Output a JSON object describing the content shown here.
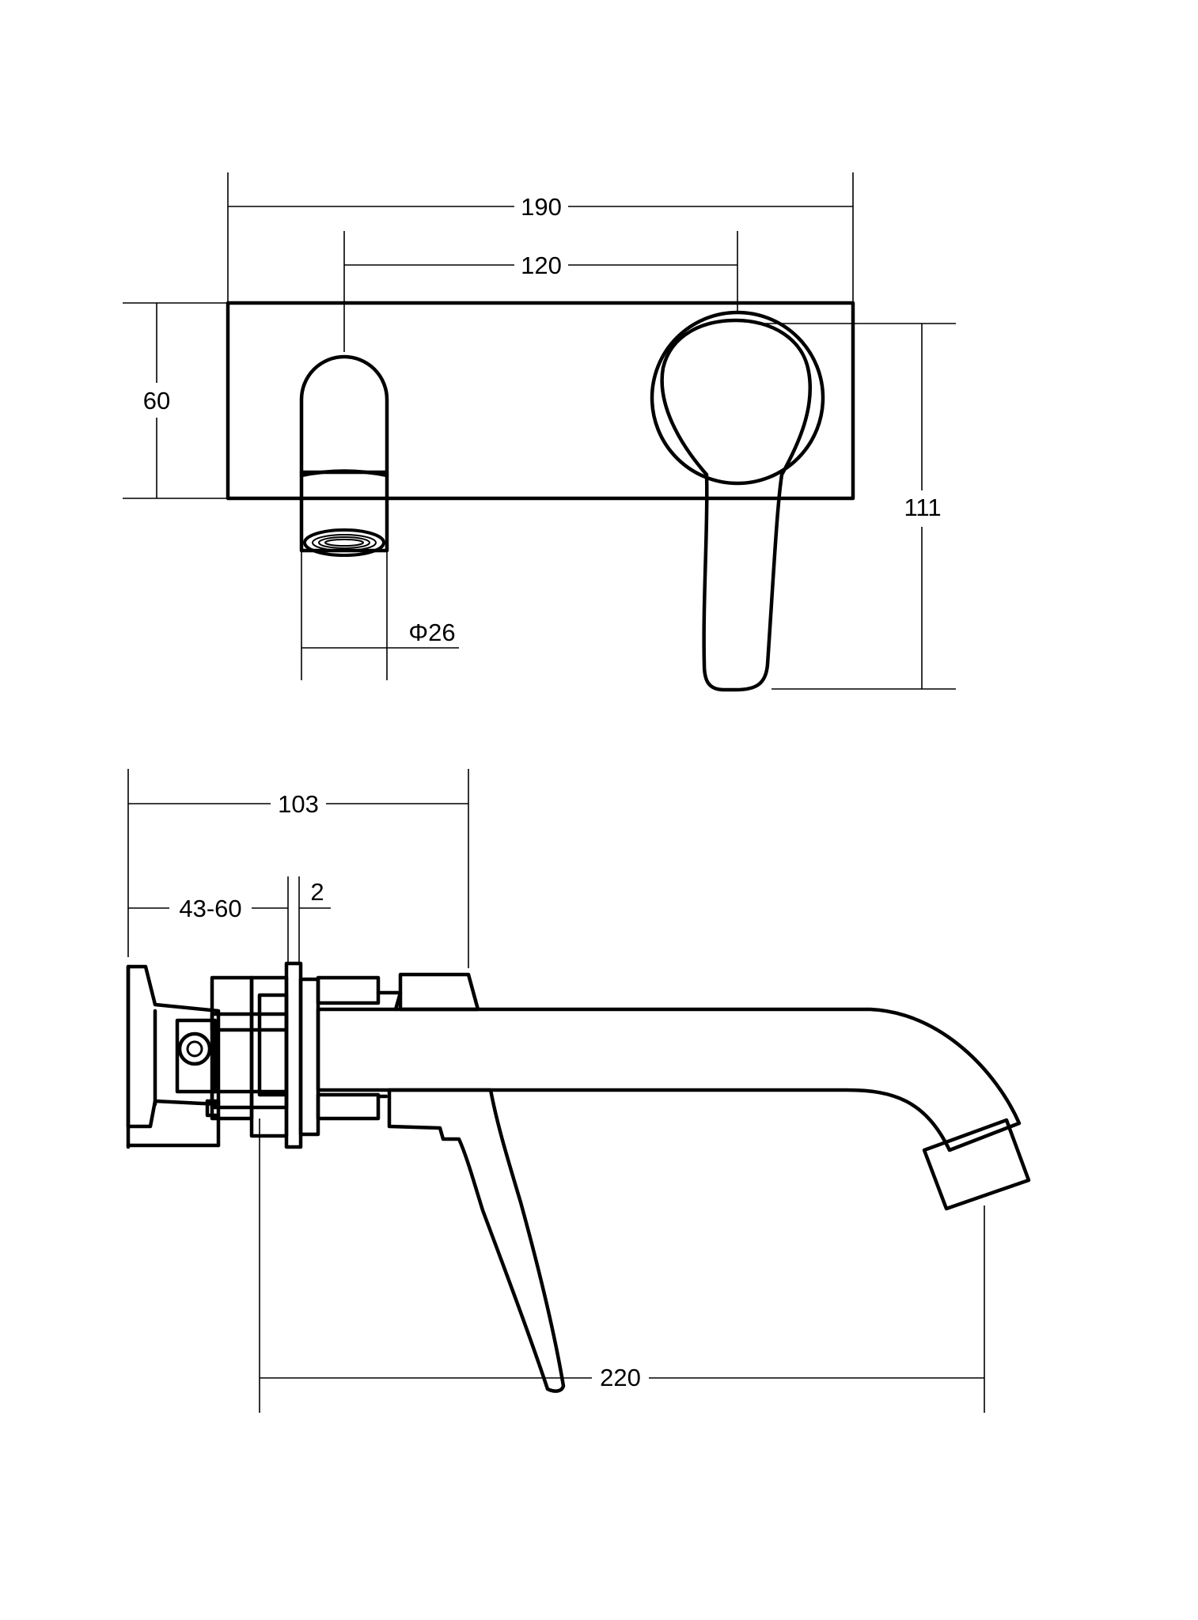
{
  "dimensions": {
    "width_total": "190",
    "handle_spacing": "120",
    "plate_height": "60",
    "handle_height": "111",
    "spout_diameter": "Φ26",
    "body_depth": "103",
    "wall_depth": "43-60",
    "flange_gap": "2",
    "spout_projection": "220"
  },
  "colors": {
    "line": "#000000",
    "background": "#ffffff"
  }
}
